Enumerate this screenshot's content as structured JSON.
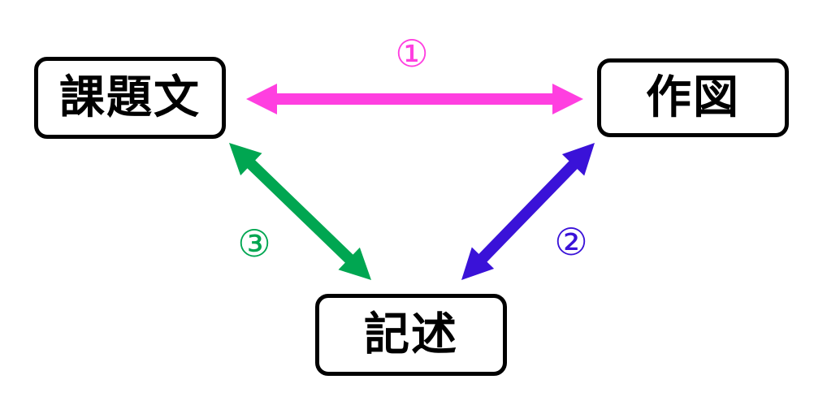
{
  "boxes": {
    "prompt": "課題文",
    "drawing": "作図",
    "description": "記述"
  },
  "arrows": [
    {
      "label": "①",
      "color": "#ff3fe0"
    },
    {
      "label": "②",
      "color": "#3a12d8"
    },
    {
      "label": "③",
      "color": "#00a651"
    }
  ]
}
